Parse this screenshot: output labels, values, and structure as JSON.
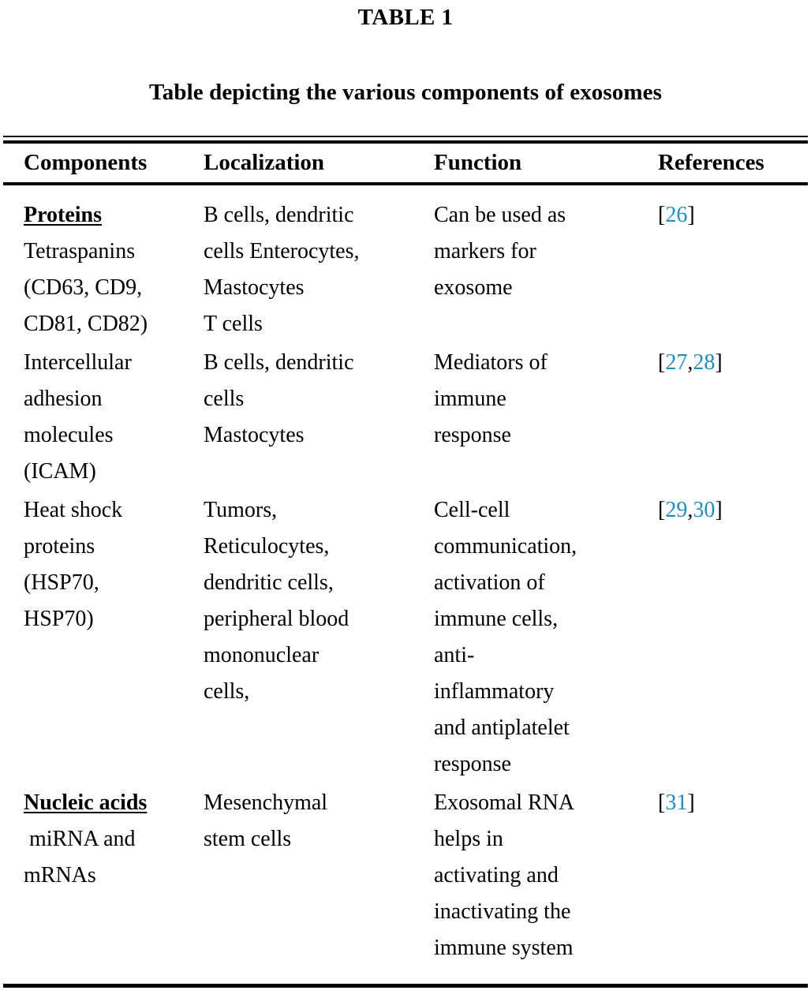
{
  "table": {
    "number_label": "TABLE 1",
    "caption": "Table depicting the various components of exosomes",
    "link_color": "#1b8ec4",
    "columns": [
      {
        "key": "components",
        "header": "Components"
      },
      {
        "key": "localization",
        "header": "Localization"
      },
      {
        "key": "function",
        "header": "Function"
      },
      {
        "key": "references",
        "header": "References"
      }
    ],
    "rows": [
      {
        "components": {
          "lead_term": "Proteins",
          "lead_term_style": "bold-underline",
          "lines": [
            "Tetraspanins",
            "(CD63, CD9,",
            "CD81, CD82)"
          ]
        },
        "localization": {
          "lines": [
            "B cells, dendritic",
            "cells Enterocytes,",
            "Mastocytes",
            "T cells"
          ]
        },
        "function": {
          "lines": [
            "Can be used as",
            "markers for",
            "exosome"
          ]
        },
        "references": {
          "open_bracket": "[",
          "numbers": [
            "26"
          ],
          "separator": ",",
          "close_bracket": "]",
          "text": "[26]"
        }
      },
      {
        "components": {
          "lead_term": null,
          "lines": [
            "Intercellular",
            "adhesion",
            "molecules",
            "(ICAM)"
          ]
        },
        "localization": {
          "lines": [
            "B cells, dendritic",
            "cells",
            "Mastocytes"
          ]
        },
        "function": {
          "lines": [
            "Mediators of",
            "immune",
            "response"
          ]
        },
        "references": {
          "open_bracket": "[",
          "numbers": [
            "27",
            "28"
          ],
          "separator": ",",
          "close_bracket": "]",
          "text": "[27,28]"
        }
      },
      {
        "components": {
          "lead_term": null,
          "lines": [
            "Heat shock",
            "proteins",
            "(HSP70,",
            "HSP70)"
          ]
        },
        "localization": {
          "lines": [
            "Tumors,",
            "Reticulocytes,",
            "dendritic cells,",
            "peripheral blood",
            "mononuclear",
            "cells,"
          ]
        },
        "function": {
          "lines": [
            "Cell-cell",
            "communication,",
            "activation of",
            "immune cells,",
            "anti-",
            "inflammatory",
            "and antiplatelet",
            "response"
          ]
        },
        "references": {
          "open_bracket": "[",
          "numbers": [
            "29",
            "30"
          ],
          "separator": ",",
          "close_bracket": "]",
          "text": "[29,30]"
        }
      },
      {
        "components": {
          "lead_term": "Nucleic acids",
          "lead_term_style": "bold-underline",
          "lines": [
            " miRNA and",
            "mRNAs"
          ]
        },
        "localization": {
          "lines": [
            "Mesenchymal",
            "stem cells"
          ]
        },
        "function": {
          "lines": [
            "Exosomal RNA",
            "helps in",
            "activating and",
            "inactivating the",
            "immune system"
          ]
        },
        "references": {
          "open_bracket": "[",
          "numbers": [
            "31"
          ],
          "separator": ",",
          "close_bracket": "]",
          "text": "[31]"
        }
      }
    ]
  }
}
